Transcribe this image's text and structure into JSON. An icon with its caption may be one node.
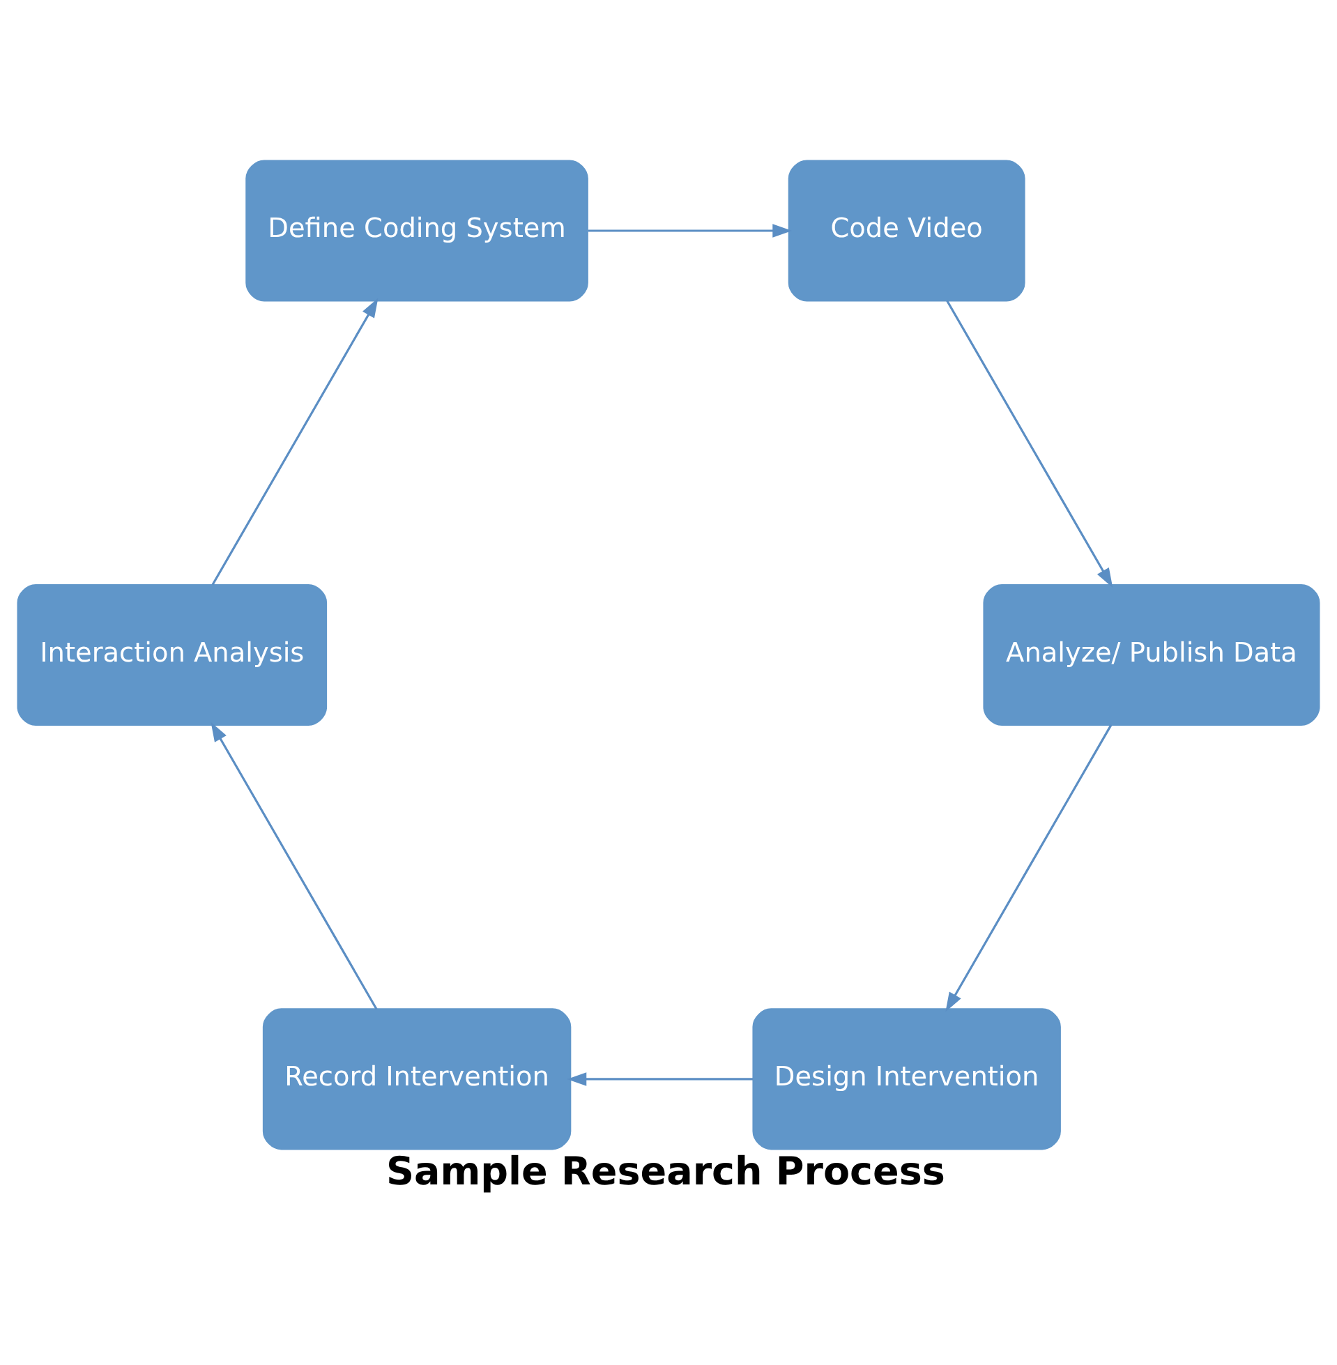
{
  "diagram": {
    "title": "Sample Research Process",
    "nodes": [
      {
        "text": [
          "Design Intervention"
        ]
      },
      {
        "text": [
          "Record Intervention"
        ]
      },
      {
        "text": [
          "Interaction Analysis"
        ]
      },
      {
        "text": [
          "Define Coding System"
        ]
      },
      {
        "text": [
          "Code Video"
        ]
      },
      {
        "text": [
          "Analyze/ Publish Data"
        ]
      }
    ],
    "edges": [
      {
        "from": 0,
        "to": 1,
        "arrow": "to"
      },
      {
        "from": 1,
        "to": 2,
        "arrow": "to"
      },
      {
        "from": 2,
        "to": 3,
        "arrow": "to"
      },
      {
        "from": 3,
        "to": 4,
        "arrow": "to"
      },
      {
        "from": 4,
        "to": 5,
        "arrow": "to"
      },
      {
        "from": 5,
        "to": 0,
        "arrow": "to"
      }
    ]
  }
}
